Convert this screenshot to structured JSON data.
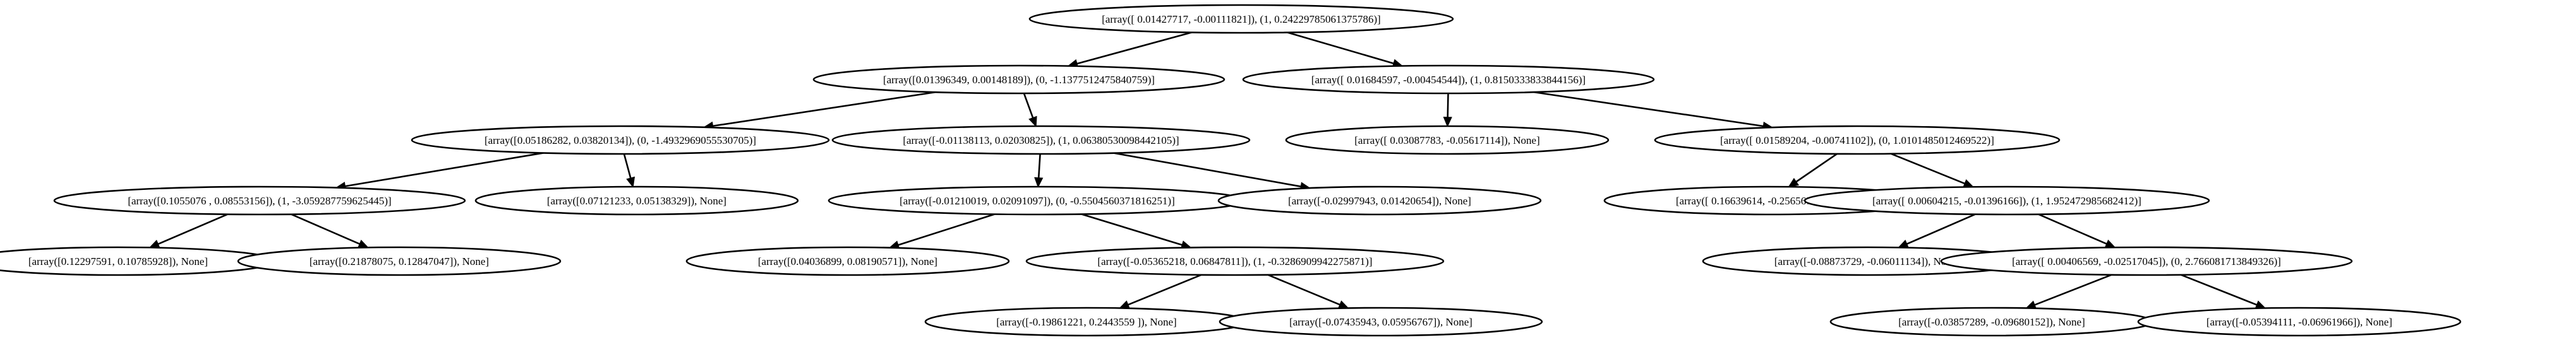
{
  "tree": {
    "nodes": [
      {
        "id": "n0",
        "label": "[array([ 0.01427717, -0.00111821]), (1, 0.24229785061375786)]",
        "children": [
          "n1",
          "n2"
        ]
      },
      {
        "id": "n1",
        "label": "[array([0.01396349, 0.00148189]), (0, -1.1377512475840759)]",
        "children": [
          "n3",
          "n4"
        ]
      },
      {
        "id": "n2",
        "label": "[array([ 0.01684597, -0.00454544]), (1, 0.8150333833844156)]",
        "children": [
          "n5",
          "n6"
        ]
      },
      {
        "id": "n3",
        "label": "[array([0.05186282, 0.03820134]), (0, -1.4932969055530705)]",
        "children": [
          "n7",
          "n8"
        ]
      },
      {
        "id": "n4",
        "label": "[array([-0.01138113,  0.02030825]), (1, 0.06380530098442105)]",
        "children": [
          "n9",
          "n10"
        ]
      },
      {
        "id": "n5",
        "label": "[array([ 0.03087783, -0.05617114]), None]",
        "children": []
      },
      {
        "id": "n6",
        "label": "[array([ 0.01589204, -0.00741102]), (0, 1.0101485012469522)]",
        "children": [
          "n11",
          "n12"
        ]
      },
      {
        "id": "n7",
        "label": "[array([0.1055076 , 0.08553156]), (1, -3.059287759625445)]",
        "children": [
          "n13",
          "n14"
        ]
      },
      {
        "id": "n8",
        "label": "[array([0.07121233, 0.05138329]), None]",
        "children": []
      },
      {
        "id": "n9",
        "label": "[array([-0.01210019,  0.02091097]), (0, -0.5504560371816251)]",
        "children": [
          "n15",
          "n16"
        ]
      },
      {
        "id": "n10",
        "label": "[array([-0.02997943,  0.01420654]), None]",
        "children": []
      },
      {
        "id": "n11",
        "label": "[array([ 0.16639614, -0.25656734]), None]",
        "children": []
      },
      {
        "id": "n12",
        "label": "[array([ 0.00604215, -0.01396166]), (1, 1.952472985682412)]",
        "children": [
          "n17",
          "n18"
        ]
      },
      {
        "id": "n13",
        "label": "[array([0.12297591, 0.10785928]), None]",
        "children": []
      },
      {
        "id": "n14",
        "label": "[array([0.21878075, 0.12847047]), None]",
        "children": []
      },
      {
        "id": "n15",
        "label": "[array([0.04036899, 0.08190571]), None]",
        "children": []
      },
      {
        "id": "n16",
        "label": "[array([-0.05365218,  0.06847811]), (1, -0.3286909942275871)]",
        "children": [
          "n19",
          "n20"
        ]
      },
      {
        "id": "n17",
        "label": "[array([-0.08873729, -0.06011134]), None]",
        "children": []
      },
      {
        "id": "n18",
        "label": "[array([ 0.00406569, -0.02517045]), (0, 2.766081713849326)]",
        "children": [
          "n21",
          "n22"
        ]
      },
      {
        "id": "n19",
        "label": "[array([-0.19861221,  0.2443559 ]), None]",
        "children": []
      },
      {
        "id": "n20",
        "label": "[array([-0.07435943,  0.05956767]), None]",
        "children": []
      },
      {
        "id": "n21",
        "label": "[array([-0.03857289, -0.09680152]), None]",
        "children": []
      },
      {
        "id": "n22",
        "label": "[array([-0.05394111, -0.06961966]), None]",
        "children": []
      }
    ]
  }
}
